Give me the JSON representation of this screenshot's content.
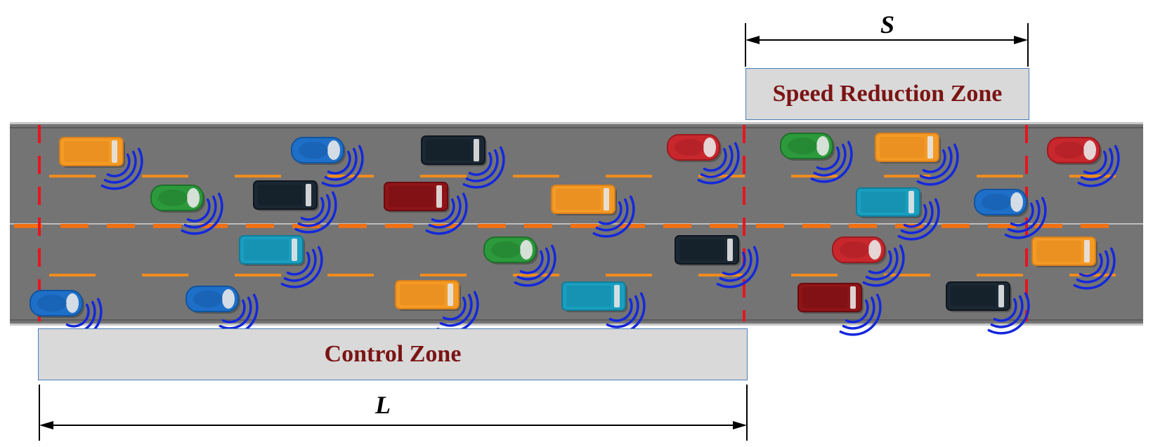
{
  "zones": {
    "control": {
      "label": "Control Zone"
    },
    "speed_reduction": {
      "label": "Speed Reduction Zone"
    }
  },
  "dimensions": {
    "control_length": {
      "label": "L"
    },
    "speed_reduction_length": {
      "label": "S"
    }
  },
  "colors": {
    "road": "#747474",
    "road_edge": "#c8c8c8",
    "lane_marking": "#f08c1e",
    "center_line": "#f07014",
    "boundary_line": "#e8141e",
    "sensor_wave": "#1428dc",
    "zone_box": "#d9d9d9",
    "zone_border": "#4a7ebb",
    "zone_text": "#7b1414"
  },
  "vehicles": [
    {
      "kind": "van",
      "color": "orange"
    },
    {
      "kind": "car",
      "color": "blue"
    },
    {
      "kind": "van",
      "color": "black"
    },
    {
      "kind": "car",
      "color": "red"
    },
    {
      "kind": "car",
      "color": "green"
    },
    {
      "kind": "van",
      "color": "orange"
    },
    {
      "kind": "car",
      "color": "red"
    },
    {
      "kind": "car",
      "color": "green"
    },
    {
      "kind": "van",
      "color": "black"
    },
    {
      "kind": "van",
      "color": "darkred"
    },
    {
      "kind": "van",
      "color": "orange"
    },
    {
      "kind": "van",
      "color": "teal"
    },
    {
      "kind": "car",
      "color": "blue"
    },
    {
      "kind": "van",
      "color": "teal"
    },
    {
      "kind": "car",
      "color": "green"
    },
    {
      "kind": "van",
      "color": "black"
    },
    {
      "kind": "car",
      "color": "red"
    },
    {
      "kind": "van",
      "color": "orange"
    },
    {
      "kind": "car",
      "color": "blue"
    },
    {
      "kind": "car",
      "color": "blue"
    },
    {
      "kind": "van",
      "color": "orange"
    },
    {
      "kind": "van",
      "color": "teal"
    },
    {
      "kind": "van",
      "color": "darkred"
    },
    {
      "kind": "van",
      "color": "black"
    }
  ]
}
